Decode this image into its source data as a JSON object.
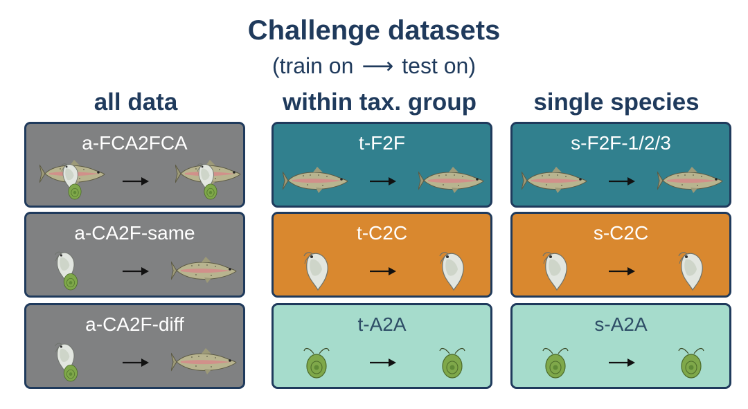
{
  "title": "Challenge datasets",
  "subtitle": {
    "left": "(train on",
    "arrow": "⟶",
    "right": "test on)"
  },
  "columns": [
    {
      "heading": "all data",
      "boxes": [
        {
          "label": "a-FCA2FCA",
          "style": "grey",
          "from": "fish-crustacean-alga",
          "to": "fish-crustacean-alga"
        },
        {
          "label": "a-CA2F-same",
          "style": "grey",
          "from": "crustacean-alga",
          "to": "fish"
        },
        {
          "label": "a-CA2F-diff",
          "style": "grey",
          "from": "crustacean-alga",
          "to": "fish"
        }
      ]
    },
    {
      "heading": "within tax. group",
      "boxes": [
        {
          "label": "t-F2F",
          "style": "teal",
          "from": "fish",
          "to": "fish"
        },
        {
          "label": "t-C2C",
          "style": "orange",
          "from": "crustacean",
          "to": "crustacean"
        },
        {
          "label": "t-A2A",
          "style": "mint",
          "from": "alga",
          "to": "alga"
        }
      ]
    },
    {
      "heading": "single species",
      "boxes": [
        {
          "label": "s-F2F-1/2/3",
          "style": "teal",
          "from": "fish",
          "to": "fish"
        },
        {
          "label": "s-C2C",
          "style": "orange",
          "from": "crustacean",
          "to": "crustacean"
        },
        {
          "label": "s-A2A",
          "style": "mint",
          "from": "alga",
          "to": "alga"
        }
      ]
    }
  ],
  "colors": {
    "title": "#1f3a5c",
    "grey": "#808182",
    "teal": "#31808e",
    "orange": "#d9882f",
    "mint": "#a6dccc",
    "fish_body": "#b8b48f",
    "fish_stripe": "#d58a8a",
    "crustacean": "#e2e6e0",
    "alga": "#7fa84a"
  }
}
